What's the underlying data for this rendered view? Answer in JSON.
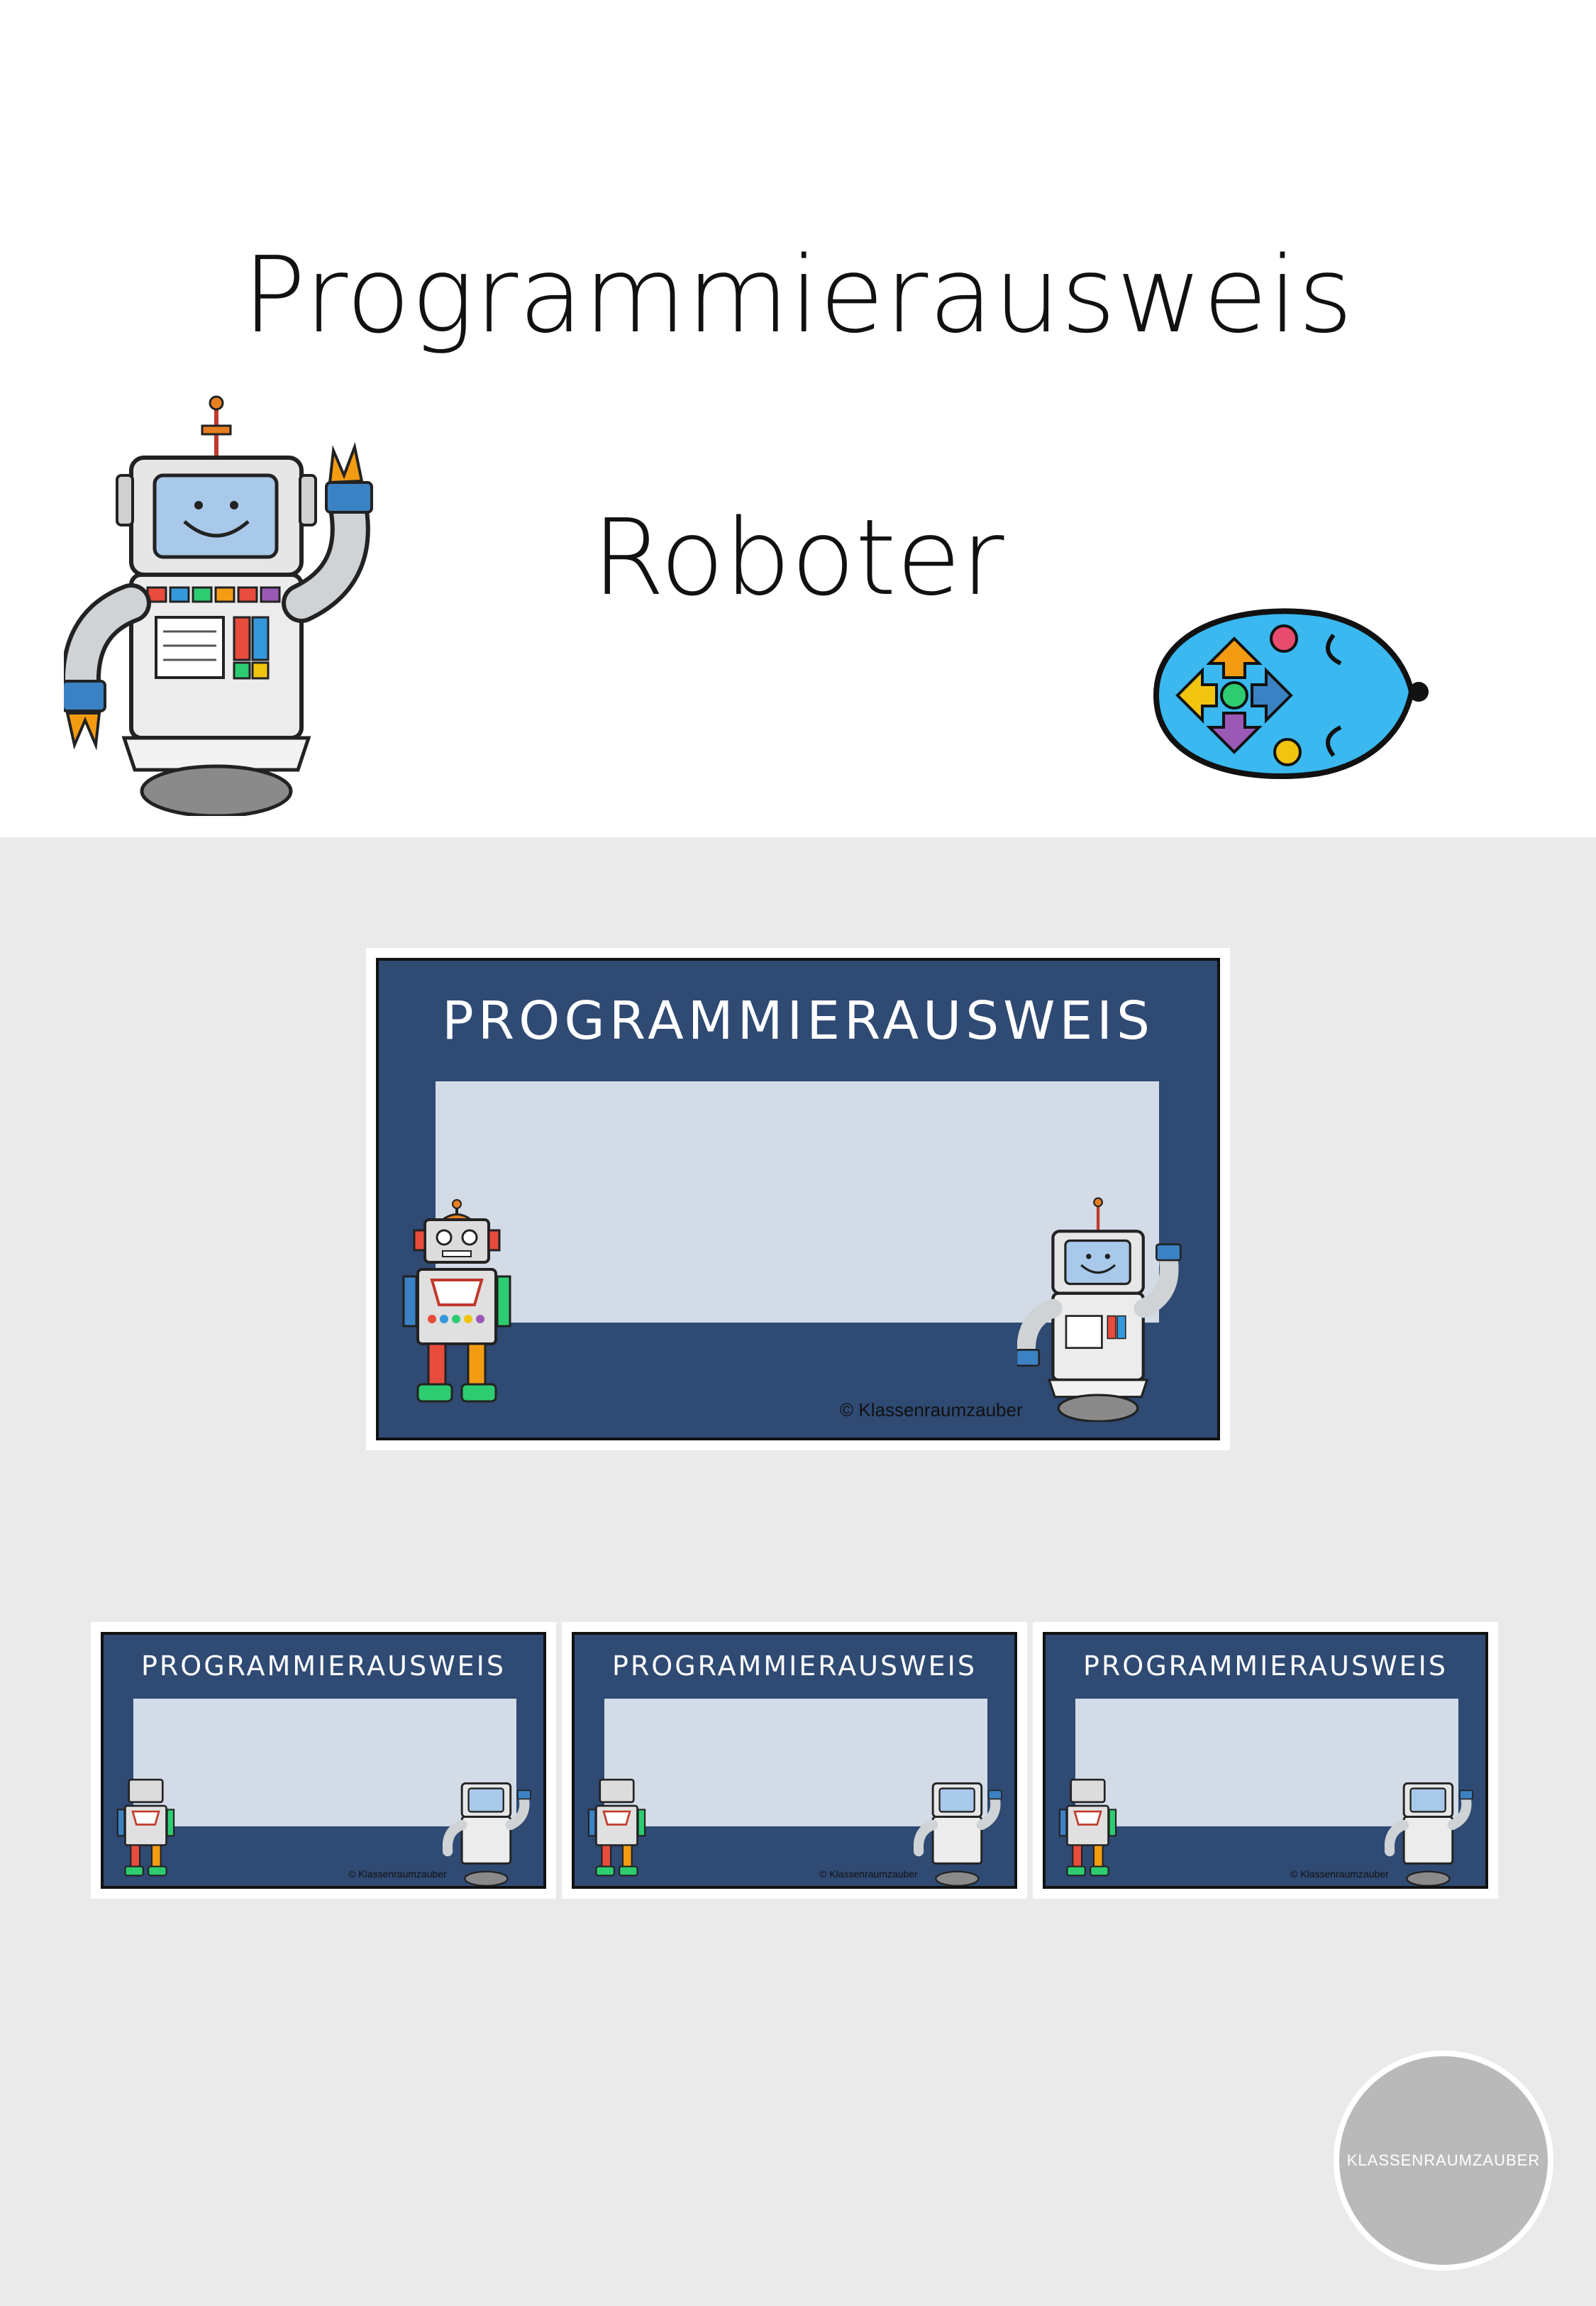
{
  "header": {
    "title": "Programmierausweis",
    "subtitle": "Roboter"
  },
  "card_main": {
    "title": "PROGRAMMIERAUSWEIS",
    "copyright": "© Klassenraumzauber"
  },
  "cards_small": [
    {
      "title": "PROGRAMMIERAUSWEIS",
      "copyright": "© Klassenraumzauber"
    },
    {
      "title": "PROGRAMMIERAUSWEIS",
      "copyright": "© Klassenraumzauber"
    },
    {
      "title": "PROGRAMMIERAUSWEIS",
      "copyright": "© Klassenraumzauber"
    }
  ],
  "badge": {
    "label": "KLASSENRAUMZAUBER"
  },
  "colors": {
    "card_bg": "#2f4a73",
    "field_bg": "#d2dbe6",
    "page_bg": "#eaeaea",
    "badge_bg": "#b9b9b9"
  },
  "icons": [
    "robot-waving-icon",
    "bee-bot-icon",
    "robot-standing-icon"
  ]
}
